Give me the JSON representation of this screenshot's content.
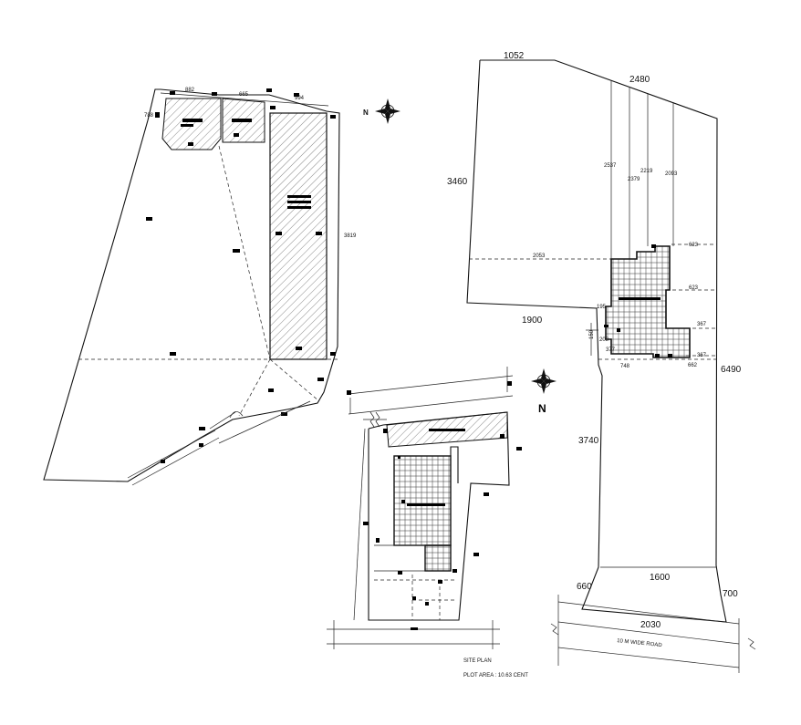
{
  "dims_left": {
    "top1": "882",
    "top2": "665",
    "top3": "994",
    "left": "788",
    "right": "3819"
  },
  "dims_right": {
    "top_short": "1052",
    "top_long": "2480",
    "left": "3460",
    "bottom_left": "1900",
    "right": "6490",
    "lower_left": "3740",
    "frontage": "1600",
    "corner_left": "660",
    "corner_right": "700",
    "road_width": "2030",
    "v1": "2537",
    "v2": "2379",
    "v3": "2219",
    "v4": "2093",
    "h1": "2053",
    "r1": "623",
    "r2": "623",
    "r3": "367",
    "r4": "367",
    "b1": "748",
    "b2": "662",
    "s1": "195",
    "s2": "208",
    "s3": "377",
    "s4": "150"
  },
  "road_label": "10 M WIDE ROAD",
  "north_label": "N",
  "north_small_label": "N",
  "site_plan": {
    "title": "SITE PLAN",
    "area": "PLOT AREA  :  10.63 CENT"
  },
  "colors": {
    "line": "#111111",
    "background": "#ffffff"
  }
}
